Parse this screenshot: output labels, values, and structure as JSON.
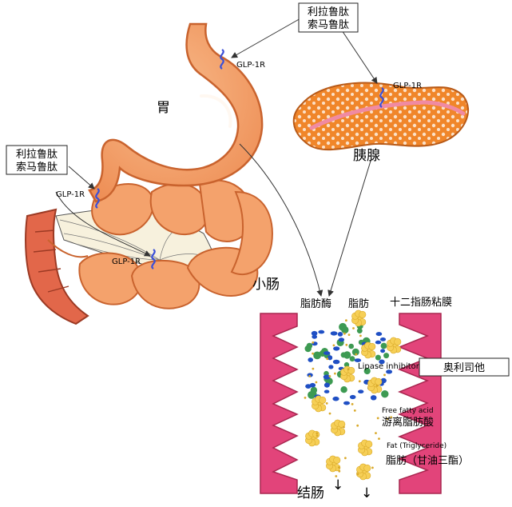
{
  "labels": {
    "drug_box_top": [
      "利拉鲁肽",
      "索马鲁肽"
    ],
    "drug_box_left": [
      "利拉鲁肽",
      "索马鲁肽"
    ],
    "stomach": "胃",
    "pancreas": "胰腺",
    "small_intestine": "小肠",
    "lipase": "脂肪酶",
    "fat_top": "脂肪",
    "duodenal_mucosa": "十二指肠粘膜",
    "receptor": "GLP-1R",
    "lipase_inhibitor": "Lipase inhibitor",
    "orlistat": "奥利司他",
    "ffa_en": "Free fatty acid",
    "ffa_cn": "游离脂肪酸",
    "tg_en": "Fat (Triglyceride)",
    "tg_cn": "脂肪（甘油三酯）",
    "colon": "结肠",
    "arrow": "↓"
  },
  "colors": {
    "organ_orange": "#f4a26c",
    "organ_outline": "#c9632e",
    "pancreas_orange": "#f0862a",
    "colon_red": "#e2674a",
    "mucosa_pink": "#e2447a",
    "receptor_blue": "#3a4fd8",
    "lipase_green": "#3d9a52",
    "inhibitor_blue": "#1f4fc4",
    "fat_yellow": "#f6cf56"
  }
}
